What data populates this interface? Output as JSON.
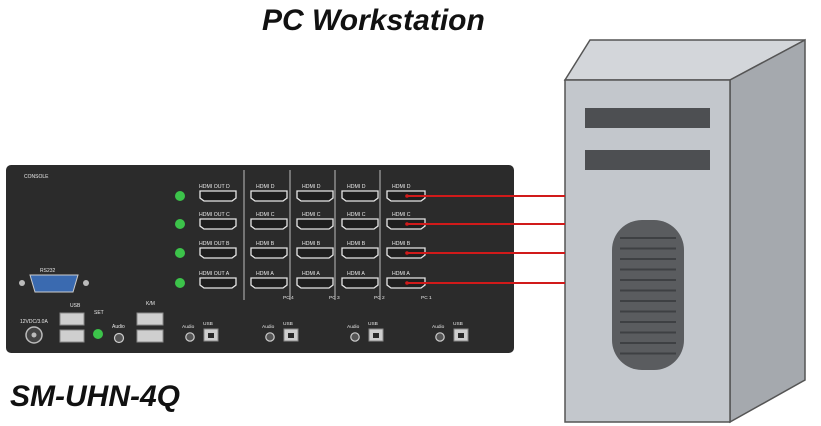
{
  "titles": {
    "pc_workstation": "PC Workstation",
    "model": "SM-UHN-4Q"
  },
  "kvm": {
    "console_label": "CONSOLE",
    "rs232_label": "RS232",
    "power_label": "12VDC/3.0A",
    "usb_label": "USB",
    "kb_mouse_label": "K/M",
    "set_label": "SET",
    "audio_label": "Audio",
    "hdmi_out": [
      "HDMI OUT D",
      "HDMI OUT C",
      "HDMI OUT B",
      "HDMI OUT A"
    ],
    "pc_groups": [
      {
        "name": "PC 4",
        "ports": [
          "HDMI D",
          "HDMI C",
          "HDMI B",
          "HDMI A"
        ]
      },
      {
        "name": "PC 3",
        "ports": [
          "HDMI D",
          "HDMI C",
          "HDMI B",
          "HDMI A"
        ]
      },
      {
        "name": "PC 2",
        "ports": [
          "HDMI D",
          "HDMI C",
          "HDMI B",
          "HDMI A"
        ]
      },
      {
        "name": "PC 1",
        "ports": [
          "HDMI D",
          "HDMI C",
          "HDMI B",
          "HDMI A"
        ]
      }
    ]
  },
  "colors": {
    "panel": "#2b2b2b",
    "cable": "#d11a1a",
    "led": "#3cc34a",
    "tower_front": "#c3c7cc",
    "tower_side": "#a5a9ae"
  }
}
